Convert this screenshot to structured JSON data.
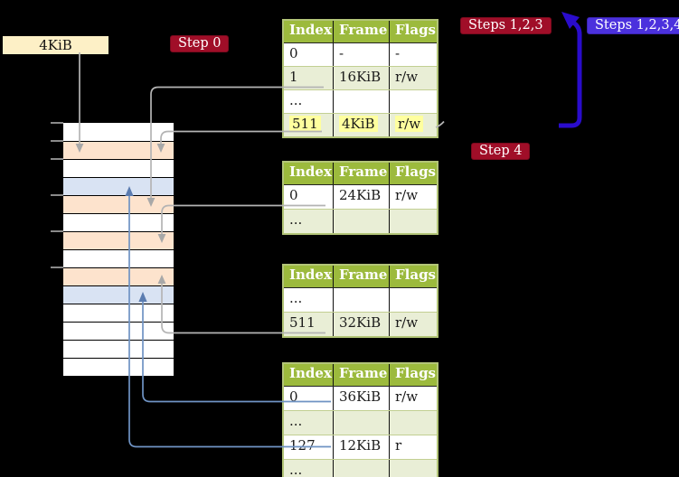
{
  "frame_pointer_box": {
    "label": "4KiB"
  },
  "badges": {
    "step0": {
      "label": "Step 0"
    },
    "steps123": {
      "label": "Steps 1,2,3"
    },
    "steps1234": {
      "label": "Steps 1,2,3,4"
    },
    "step4": {
      "label": "Step 4"
    }
  },
  "page_tables": [
    {
      "name": "page-table-level-top",
      "headers": [
        "Index",
        "Frame",
        "Flags"
      ],
      "rows": [
        {
          "cells": [
            "0",
            "-",
            "-"
          ]
        },
        {
          "cells": [
            "1",
            "16KiB",
            "r/w"
          ]
        },
        {
          "cells": [
            "...",
            "",
            ""
          ]
        },
        {
          "cells": [
            "511",
            "4KiB",
            "r/w"
          ],
          "highlight": true
        }
      ]
    },
    {
      "name": "page-table-level-3",
      "headers": [
        "Index",
        "Frame",
        "Flags"
      ],
      "rows": [
        {
          "cells": [
            "0",
            "24KiB",
            "r/w"
          ]
        },
        {
          "cells": [
            "...",
            "",
            ""
          ]
        }
      ]
    },
    {
      "name": "page-table-level-2",
      "headers": [
        "Index",
        "Frame",
        "Flags"
      ],
      "rows": [
        {
          "cells": [
            "...",
            "",
            ""
          ]
        },
        {
          "cells": [
            "511",
            "32KiB",
            "r/w"
          ]
        }
      ]
    },
    {
      "name": "page-table-level-1",
      "headers": [
        "Index",
        "Frame",
        "Flags"
      ],
      "rows": [
        {
          "cells": [
            "0",
            "36KiB",
            "r/w"
          ]
        },
        {
          "cells": [
            "...",
            "",
            ""
          ]
        },
        {
          "cells": [
            "127",
            "12KiB",
            "r"
          ]
        },
        {
          "cells": [
            "...",
            "",
            ""
          ]
        }
      ]
    }
  ],
  "memory_strip": {
    "row_count": 14,
    "rows": [
      "plain",
      "table",
      "plain",
      "mapped",
      "table",
      "plain",
      "table",
      "plain",
      "table",
      "mapped",
      "plain",
      "plain",
      "plain",
      "plain"
    ]
  },
  "colors": {
    "header_green": "#9cba3d",
    "row_green": "#e9eed6",
    "highlight_yellow": "#ffff9e",
    "frame_table_peach": "#fde3cd",
    "frame_mapped_blue": "#d9e3f3",
    "badge_red": "#a00e28",
    "badge_blue": "#4b31dd",
    "arrow_blue": "#2a0ccc",
    "connector_gray": "#b4b4b4",
    "connector_blue": "#6f93c4",
    "connector_blue_head": "#5b7cb0",
    "box_cream": "#fdf0c6"
  }
}
